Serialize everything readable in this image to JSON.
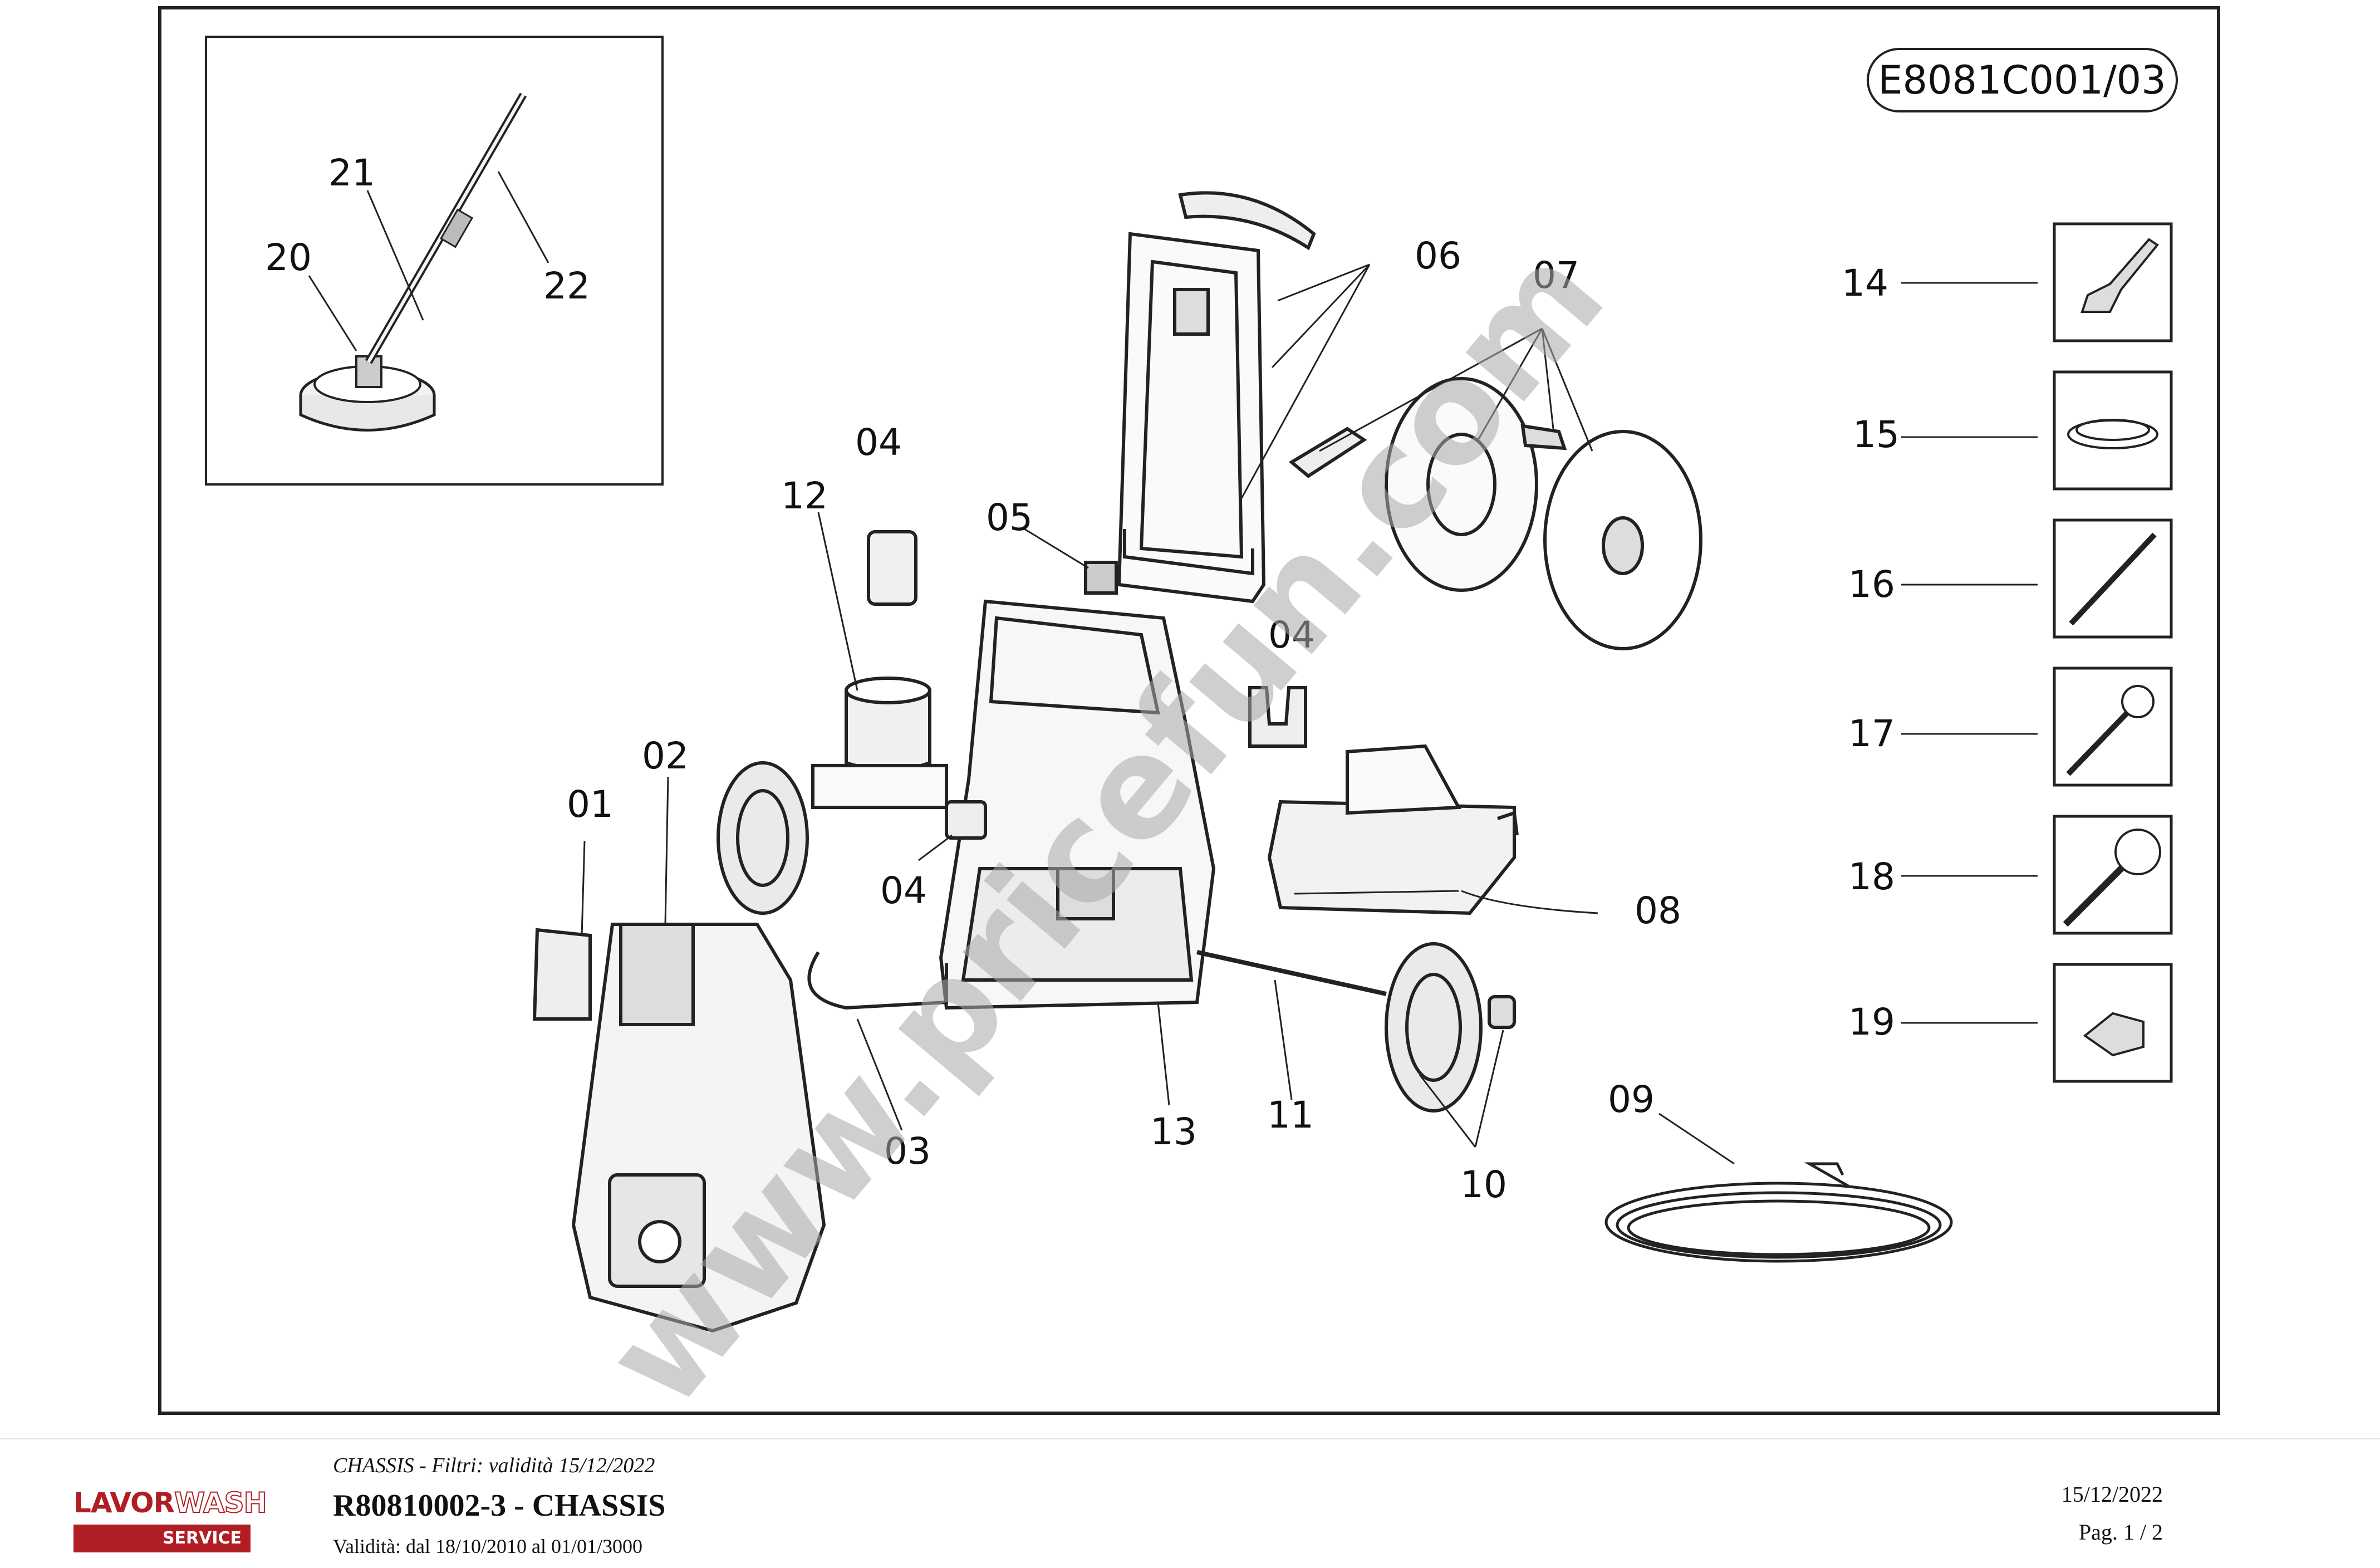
{
  "drawing_code": "E8081C001/03",
  "watermark": "www.pricefun.com",
  "callouts": {
    "p01": "01",
    "p02": "02",
    "p03": "03",
    "p04a": "04",
    "p04b": "04",
    "p04c": "04",
    "p05": "05",
    "p06": "06",
    "p07": "07",
    "p08": "08",
    "p09": "09",
    "p10": "10",
    "p11": "11",
    "p12": "12",
    "p13": "13",
    "p14": "14",
    "p15": "15",
    "p16": "16",
    "p17": "17",
    "p18": "18",
    "p19": "19",
    "p20": "20",
    "p21": "21",
    "p22": "22"
  },
  "footer": {
    "logo_top_1": "LAVOR",
    "logo_top_2": "WASH",
    "logo_bottom": "SERVICE",
    "subtitle": "CHASSIS - Filtri: validità 15/12/2022",
    "title": "R80810002-3 - CHASSIS",
    "validity": "Validità: dal 18/10/2010 al 01/01/3000",
    "date": "15/12/2022",
    "page": "Pag. 1 / 2"
  }
}
